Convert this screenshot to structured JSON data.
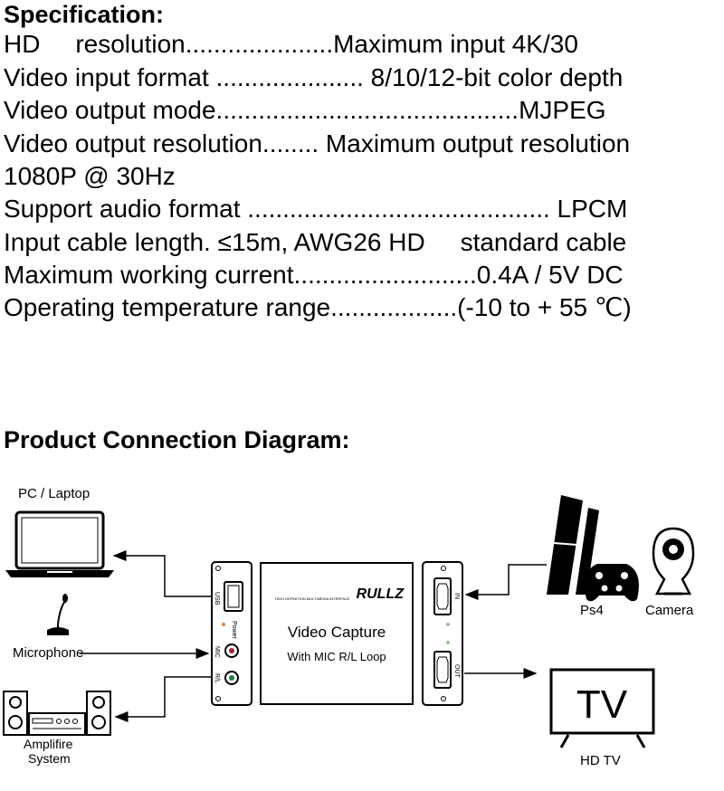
{
  "specification": {
    "title": "Specification:",
    "lines": [
      "HD     resolution.....................Maximum input 4K/30",
      "Video input format ..................... 8/10/12-bit color depth",
      "Video output mode...........................................MJPEG",
      "Video output resolution........ Maximum output resolution",
      "1080P @ 30Hz",
      "Support audio format ........................................... LPCM",
      "Input cable length. ≤15m, AWG26 HD     standard cable",
      "Maximum working current..........................0.4A / 5V DC",
      "Operating temperature range..................(-10 to + 55 ℃)"
    ]
  },
  "diagram": {
    "title": "Product Connection Diagram:",
    "labels": {
      "pc": "PC / Laptop",
      "microphone": "Microphone",
      "amplifier_line1": "Amplifire",
      "amplifier_line2": "System",
      "ps4": "Ps4",
      "camera": "Camera",
      "hdtv": "HD TV",
      "tv_screen": "TV"
    },
    "device": {
      "brand": "RULLZ",
      "tagline": "HIGH DEFINITION MULTIMEDIA INTERFACE",
      "name": "Video Capture",
      "subtitle": "With MIC R/L Loop",
      "left_ports": {
        "usb": "USB",
        "power": "Power",
        "mic": "MIC",
        "rl": "R/L"
      },
      "right_ports": {
        "in": "IN",
        "out": "OUT"
      }
    }
  }
}
